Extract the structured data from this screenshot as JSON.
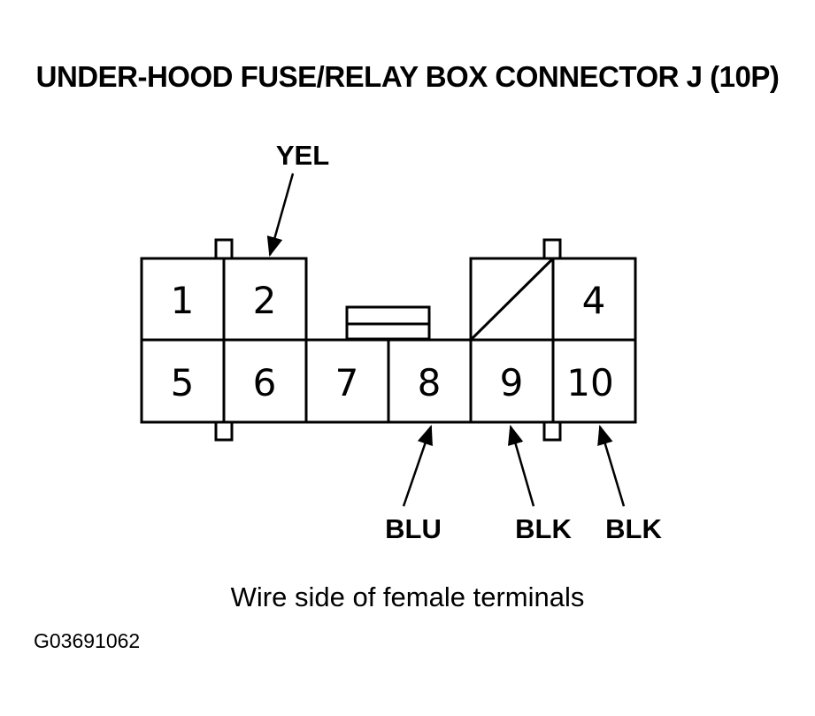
{
  "title": "UNDER-HOOD FUSE/RELAY BOX CONNECTOR J (10P)",
  "caption": "Wire side of female terminals",
  "figure_id": "G03691062",
  "terminals": [
    {
      "id": "t1",
      "label": "1"
    },
    {
      "id": "t2",
      "label": "2"
    },
    {
      "id": "t4",
      "label": "4"
    },
    {
      "id": "t5",
      "label": "5"
    },
    {
      "id": "t6",
      "label": "6"
    },
    {
      "id": "t7",
      "label": "7"
    },
    {
      "id": "t8",
      "label": "8"
    },
    {
      "id": "t9",
      "label": "9"
    },
    {
      "id": "t10",
      "label": "10"
    }
  ],
  "wires": [
    {
      "terminal": "2",
      "color": "YEL"
    },
    {
      "terminal": "8",
      "color": "BLU"
    },
    {
      "terminal": "9",
      "color": "BLK"
    },
    {
      "terminal": "10",
      "color": "BLK"
    }
  ]
}
